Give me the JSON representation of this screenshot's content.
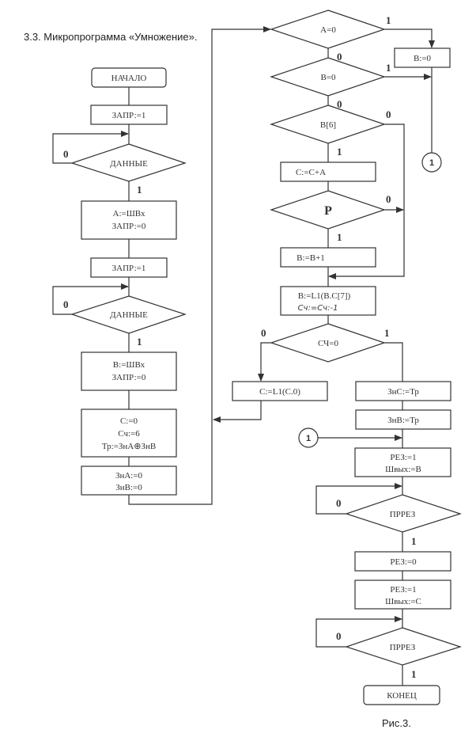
{
  "heading": "3.3. Микропрограмма «Умножение».",
  "caption": "Рис.3.",
  "nodes": {
    "start": "НАЧАЛО",
    "req1": "ЗАПР:=1",
    "data1": "ДАННЫЕ",
    "loadA": [
      "А:=ШВх",
      "ЗАПР:=0"
    ],
    "req2": "ЗАПР:=1",
    "data2": "ДАННЫЕ",
    "loadB": [
      "В:=ШВх",
      "ЗАПР:=0"
    ],
    "init": [
      "С:=0",
      "Сч:=6",
      "Тр:=ЗнА⊕ЗнВ"
    ],
    "clearSigns": [
      "ЗнА:=0",
      "ЗнВ:=0"
    ],
    "checkA": "А=0",
    "checkB": "В=0",
    "setB0": "В:=0",
    "checkB6": "В[6]",
    "addCA": "С:=С+А",
    "checkP": "Р",
    "incB": "В:=В+1",
    "shiftBC": [
      "В:=L1(В.С[7])",
      "Сч:=Сч:-1"
    ],
    "checkCnt": "СЧ=0",
    "shiftC": "С:=L1(С.0)",
    "signC": "ЗнС:=Тр",
    "signB": "ЗнВ:=Тр",
    "out1": [
      "РЕЗ:=1",
      "Швых:=В"
    ],
    "ack1": "ПРРЕЗ",
    "res0": "РЕЗ:=0",
    "out2": [
      "РЕЗ:=1",
      "Швых:=С"
    ],
    "ack2": "ПРРЕЗ",
    "end": "КОНЕЦ"
  },
  "branch_labels": {
    "yes": "1",
    "no": "0"
  },
  "connector": "1"
}
